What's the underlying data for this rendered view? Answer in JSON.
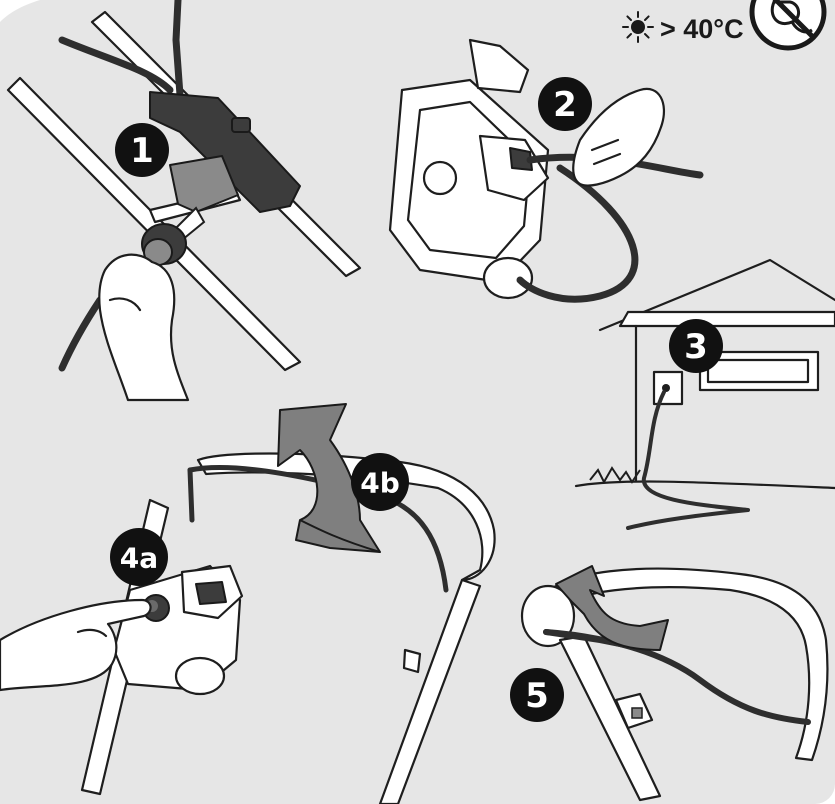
{
  "temperature_notice": {
    "text": "> 40°C",
    "sun_icon": "sun-icon",
    "prohibition_icon": "no-hanging-cable-icon"
  },
  "steps": [
    {
      "id": "1",
      "label": "1"
    },
    {
      "id": "2",
      "label": "2"
    },
    {
      "id": "3",
      "label": "3"
    },
    {
      "id": "4a",
      "label": "4a"
    },
    {
      "id": "4b",
      "label": "4b"
    },
    {
      "id": "5",
      "label": "5"
    }
  ],
  "colors": {
    "background": "#e6e6e6",
    "badge": "#111111",
    "arrow_fill": "#7f7f7f",
    "cable": "#2e2e2e"
  }
}
